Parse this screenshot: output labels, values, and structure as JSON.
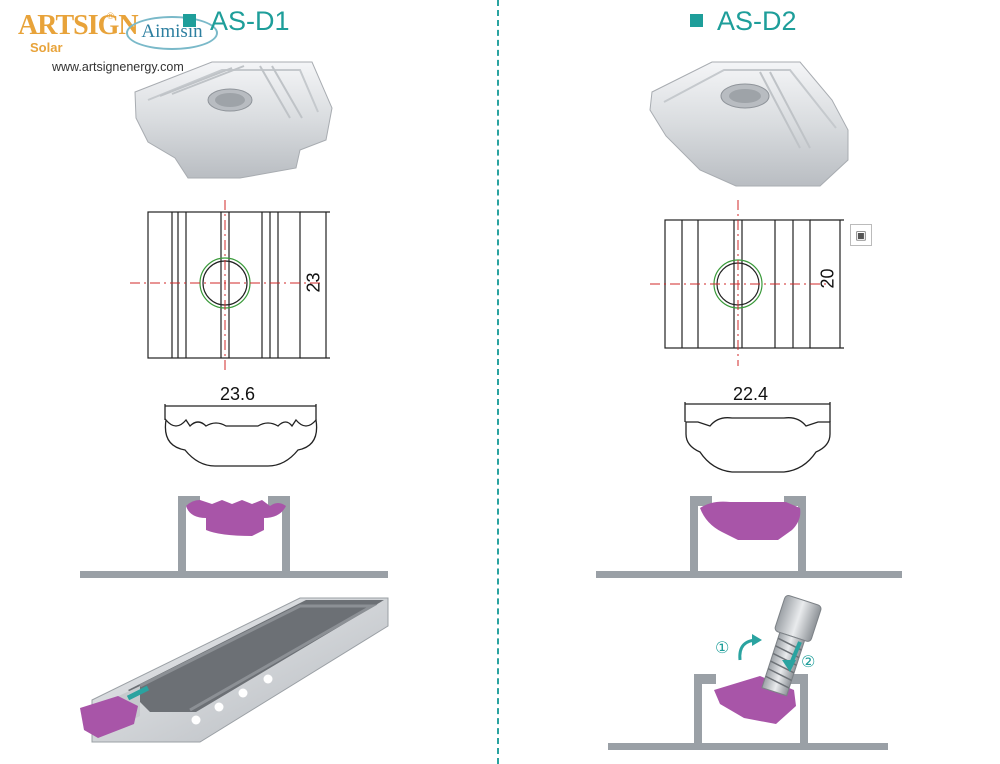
{
  "brand": {
    "logo_text": "ARTSIGN",
    "logo_sub": "Solar",
    "registered": "®",
    "partner_logo": "Aimisin",
    "website": "www.artsignenergy.com"
  },
  "models": [
    {
      "title": "AS-D1",
      "width_dim": "23.6",
      "height_dim": "23"
    },
    {
      "title": "AS-D2",
      "width_dim": "22.4",
      "height_dim": "20"
    }
  ],
  "steps": [
    "①",
    "②"
  ],
  "icons": {
    "expand": "expand-icon"
  },
  "colors": {
    "accent": "#1e9e9a",
    "nut": "#a855a8",
    "rail": "#9aa0a6",
    "arrow": "#2aa3a0"
  }
}
